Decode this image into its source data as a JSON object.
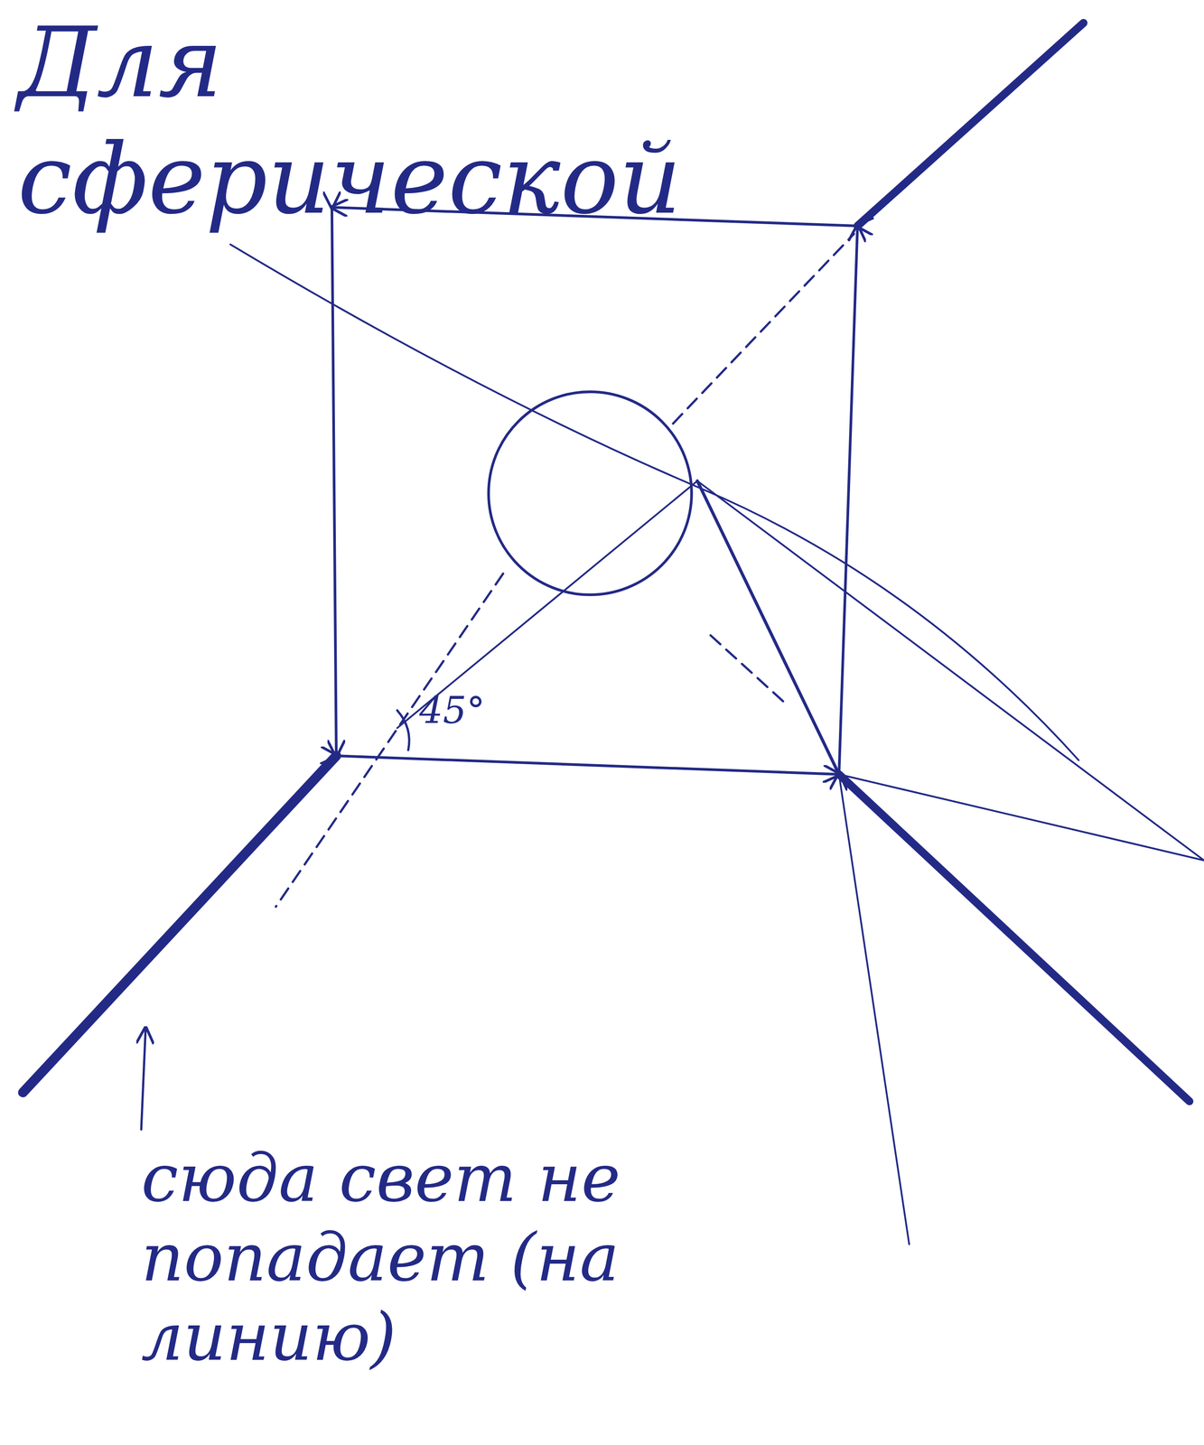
{
  "diagram": {
    "labels": [
      "Для сферической",
      "45°",
      "сюда свет не попадает (на линию)"
    ]
  }
}
